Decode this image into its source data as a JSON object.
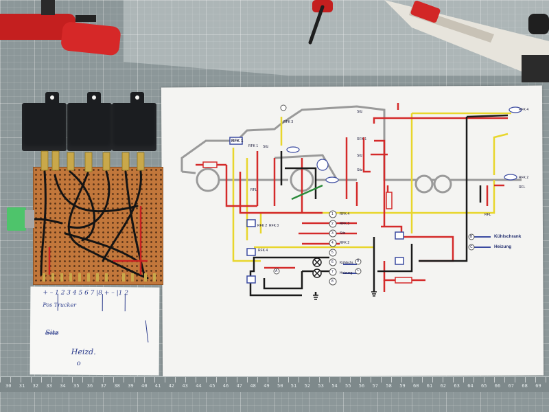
{
  "scene": {
    "description_tags": [
      "cutting-mat",
      "wiring-diagram",
      "relay-board",
      "hand-notes",
      "tools"
    ]
  },
  "diagram": {
    "labels": {
      "rfk1_top": "RFK 1",
      "rfk2_left": "RFK 2",
      "rfk3_left": "RFK 3",
      "rfk4_left": "RFK 4",
      "rfk4_right": "RFK 4",
      "rfk1_right": "RFK 1",
      "rfk2_right": "RFK 2",
      "rfk3_right": "RFK 3",
      "sitz_top": "Sitz",
      "sitz_cab": "Sitz",
      "sitz_mid": "Sitz",
      "sitz_right": "Sitz",
      "rfl_left": "RFL",
      "rfl_bottom": "RFL",
      "rfl_right": "RFL",
      "rfk_small": "RFK 1",
      "letter_a": "A",
      "legend_b_letter": "B",
      "legend_c_letter": "C",
      "legend_b_text": "Kühlschrank",
      "legend_c_text": "Heizung",
      "terminal_1": "1",
      "terminal_2": "2",
      "terminal_3": "3",
      "terminal_4": "4",
      "terminal_5": "5",
      "terminal_6": "6",
      "terminal_7": "7",
      "terminal_8": "8",
      "t1_label": "RFK 4",
      "t2_label": "RFK 3",
      "t3_label": "Sitz",
      "t4_label": "RFK 2",
      "t6_label": "Kühlschr.",
      "t7_label": "Heizung"
    }
  },
  "note": {
    "line1": "+  –  1 2 3 4 5 6 7 |8 +  – |1 2",
    "line2": "Pos   Trucker",
    "line3": "Sitz",
    "line4": "Heizd.",
    "line5": "o"
  },
  "ruler": {
    "numbers": [
      "30",
      "31",
      "32",
      "33",
      "34",
      "35",
      "36",
      "37",
      "38",
      "39",
      "40",
      "41",
      "42",
      "43",
      "44",
      "45",
      "46",
      "47",
      "48",
      "49",
      "50",
      "51",
      "52",
      "53",
      "54",
      "55",
      "56",
      "57",
      "58",
      "59",
      "60",
      "61",
      "62",
      "63",
      "64",
      "65",
      "66",
      "67",
      "68",
      "69"
    ]
  },
  "colors": {
    "wire_red": "#d42a2a",
    "wire_yellow": "#e8d62c",
    "wire_black": "#1a1a1a",
    "wire_blue": "#3a4aa0",
    "wire_green": "#2a8a3a",
    "car_outline": "#9a9a9a",
    "board": "#c2773b",
    "mat": "#8c9799"
  }
}
